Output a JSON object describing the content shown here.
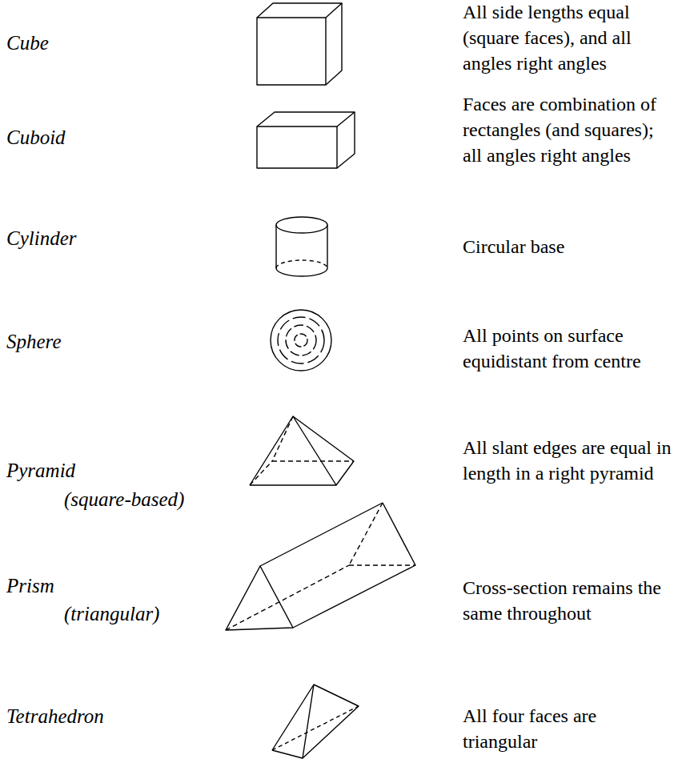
{
  "diagram": {
    "labels": [
      "Cube",
      "All side lengths equal (square faces), and all angles right angles",
      "Cuboid",
      "Faces are combination of rectangles (and squares); all angles right angles",
      "Cylinder",
      "Circular base",
      "Sphere",
      "All points on surface equidistant from centre",
      "Pyramid",
      "(square-based)",
      "All slant edges are equal in length in a right pyramid",
      "Prism",
      "(triangular)",
      "Cross-section remains the same throughout",
      "Tetrahedron",
      "All four faces are triangular"
    ]
  }
}
